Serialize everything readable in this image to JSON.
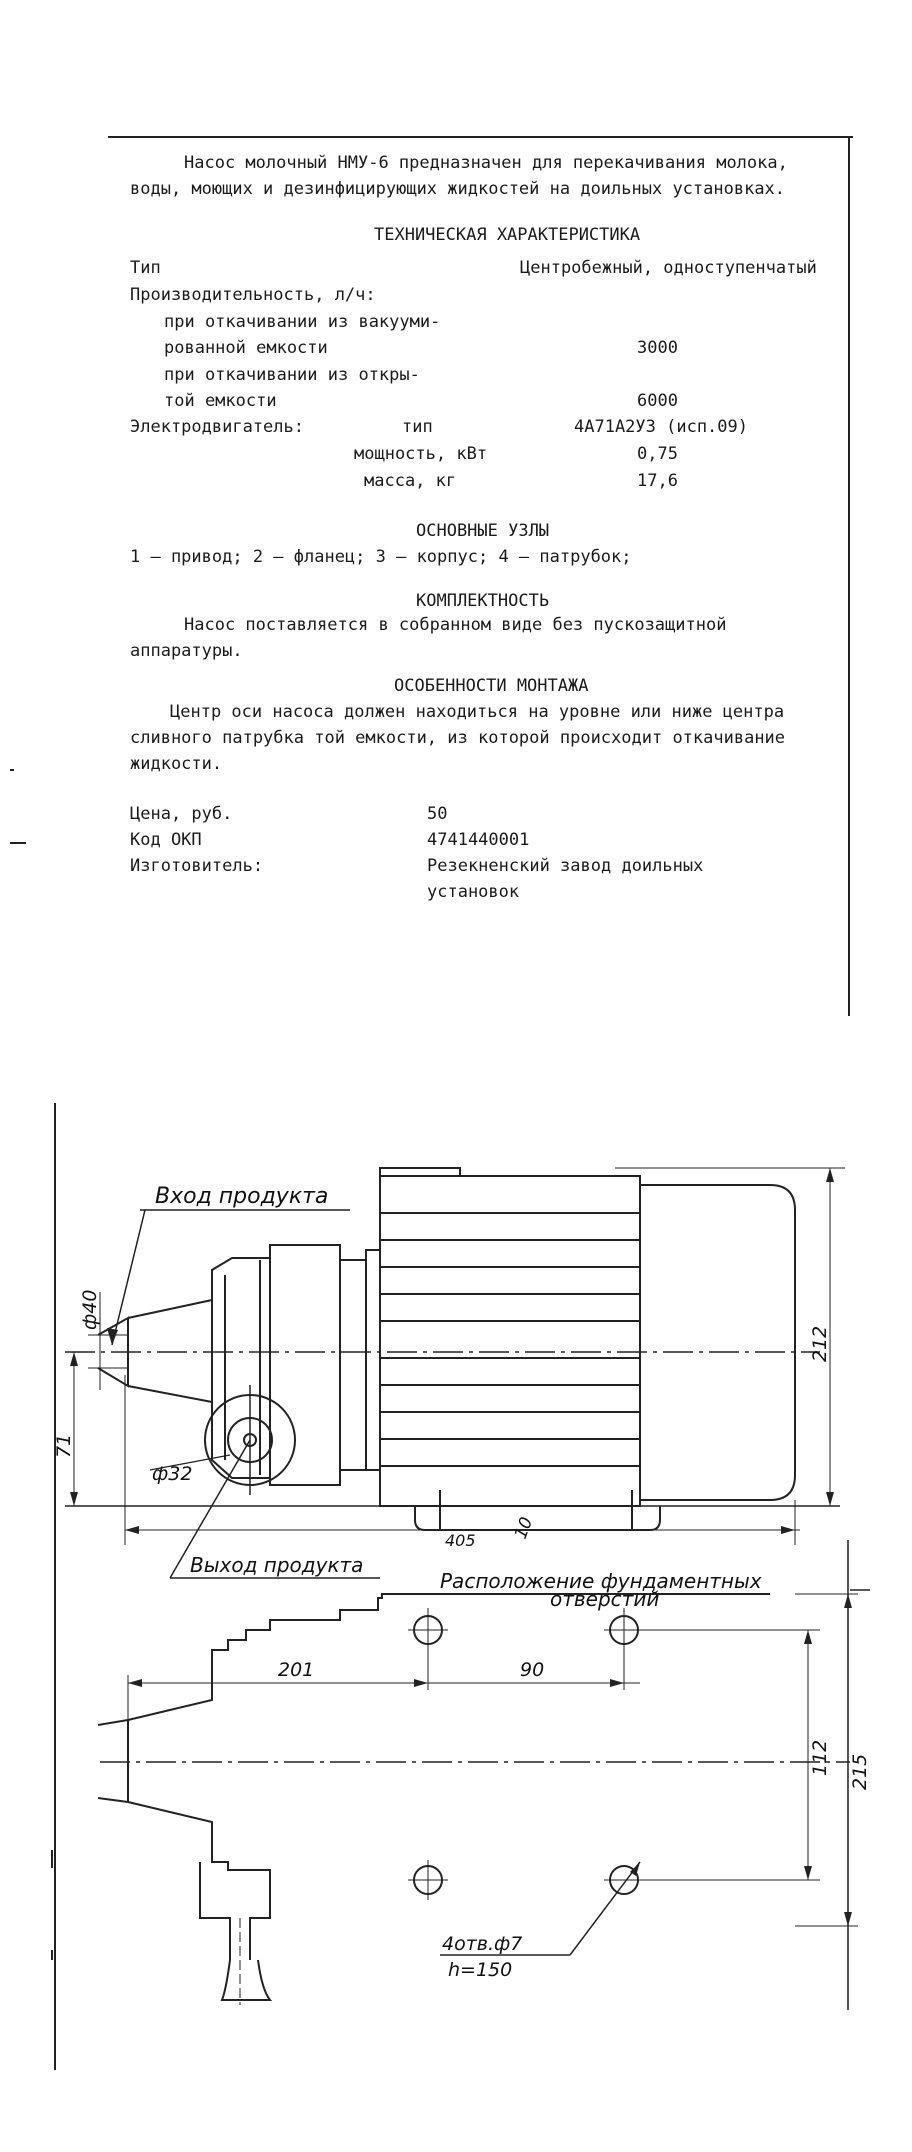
{
  "intro": {
    "line1": "Насос молочный НМУ-6 предназначен для перекачивания молока,",
    "line2": "воды, моющих и дезинфицирующих жидкостей на доильных установках."
  },
  "specs": {
    "heading": "ТЕХНИЧЕСКАЯ ХАРАКТЕРИСТИКА",
    "type_label": "Тип",
    "type_value": "Центробежный, одноступенчатый",
    "capacity_label": "Производительность, л/ч:",
    "vacuum_line1": "при откачивании из вакууми-",
    "vacuum_line2": "рованной емкости",
    "vacuum_value": "3000",
    "open_line1": "при откачивании из откры-",
    "open_line2": "той емкости",
    "open_value": "6000",
    "motor_label": "Электродвигатель:",
    "motor_type_label": "тип",
    "motor_type_value": "4А71А2У3 (исп.09)",
    "power_label": "мощность, кВт",
    "power_value": "0,75",
    "mass_label": "масса, кг",
    "mass_value": "17,6"
  },
  "units": {
    "heading": "ОСНОВНЫЕ УЗЛЫ",
    "text": "1 – привод; 2 – фланец; 3 – корпус; 4 – патрубок;"
  },
  "delivery": {
    "heading": "КОМПЛЕКТНОСТЬ",
    "line1": "Насос поставляется в собранном виде без пускозащитной",
    "line2": "аппаратуры."
  },
  "mounting": {
    "heading": "ОСОБЕННОСТИ МОНТАЖА",
    "line1": "Центр оси насоса должен находиться на уровне или ниже центра",
    "line2": "сливного патрубка той емкости, из которой происходит откачивание",
    "line3": "жидкости."
  },
  "info": {
    "price_label": "Цена, руб.",
    "price_value": "50",
    "okp_label": "Код ОКП",
    "okp_value": "4741440001",
    "maker_label": "Изготовитель:",
    "maker_line1": "Резекненский завод доильных",
    "maker_line2": "установок"
  },
  "drawing": {
    "inlet_label": "Вход продукта",
    "outlet_label": "Выход продукта",
    "foundation_line1": "Расположение фундаментных",
    "foundation_line2": "отверстий",
    "dim_d40": "ф40",
    "dim_d32": "ф32",
    "dim_71": "71",
    "dim_212": "212",
    "dim_405": "405",
    "dim_10": "10",
    "dim_201": "201",
    "dim_90": "90",
    "dim_112": "112",
    "dim_215": "215",
    "holes_line1": "4отв.ф7",
    "holes_line2": "h=150"
  }
}
